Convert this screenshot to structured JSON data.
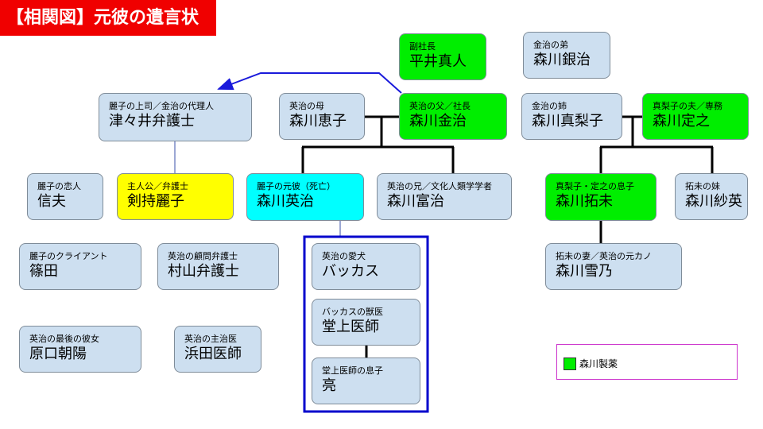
{
  "title": "【相関図】元彼の遺言状",
  "colors": {
    "default": "#cddff0",
    "company": "#00ee00",
    "protagonist": "#ffff00",
    "deceased": "#00ffff",
    "title_bg": "#f00000",
    "arrow": "#1a1adb",
    "group_border": "#0000cc",
    "legend_border": "#cc33cc"
  },
  "nodes": {
    "hirai": {
      "role": "副社長",
      "name": "平井真人"
    },
    "gin": {
      "role": "金治の弟",
      "name": "森川銀治"
    },
    "tsutsui": {
      "role": "麗子の上司／金治の代理人",
      "name": "津々井弁護士"
    },
    "keiko": {
      "role": "英治の母",
      "name": "森川恵子"
    },
    "kinji": {
      "role": "英治の父／社長",
      "name": "森川金治"
    },
    "mariko": {
      "role": "金治の姉",
      "name": "森川真梨子"
    },
    "sadayuki": {
      "role": "真梨子の夫／専務",
      "name": "森川定之"
    },
    "nobuo": {
      "role": "麗子の恋人",
      "name": "信夫"
    },
    "reiko": {
      "role": "主人公／弁護士",
      "name": "剣持麗子"
    },
    "eiji": {
      "role": "麗子の元彼（死亡）",
      "name": "森川英治"
    },
    "tomiji": {
      "role": "英治の兄／文化人類学学者",
      "name": "森川富治"
    },
    "takumi": {
      "role": "真梨子・定之の息子",
      "name": "森川拓未"
    },
    "sae": {
      "role": "拓未の妹",
      "name": "森川紗英"
    },
    "shinoda": {
      "role": "麗子のクライアント",
      "name": "篠田"
    },
    "murayama": {
      "role": "英治の顧問弁護士",
      "name": "村山弁護士"
    },
    "bacchus": {
      "role": "英治の愛犬",
      "name": "バッカス"
    },
    "yukino": {
      "role": "拓未の妻／英治の元カノ",
      "name": "森川雪乃"
    },
    "vet": {
      "role": "バッカスの獣医",
      "name": "堂上医師"
    },
    "haraguchi": {
      "role": "英治の最後の彼女",
      "name": "原口朝陽"
    },
    "hamada": {
      "role": "英治の主治医",
      "name": "浜田医師"
    },
    "ryo": {
      "role": "堂上医師の息子",
      "name": "亮"
    }
  },
  "legend": {
    "label": "森川製薬"
  }
}
